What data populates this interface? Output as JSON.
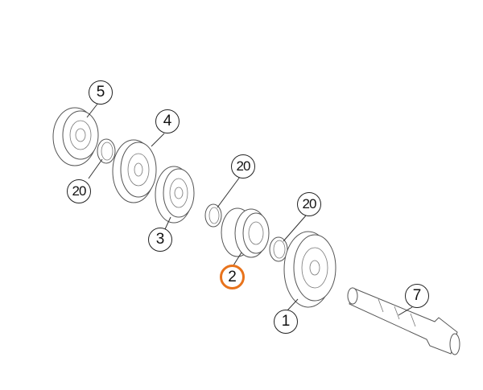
{
  "diagram": {
    "highlight_color": "#e8731c",
    "callouts": [
      {
        "id": "c1",
        "text": "1"
      },
      {
        "id": "c2",
        "text": "2",
        "highlighted": true
      },
      {
        "id": "c3",
        "text": "3"
      },
      {
        "id": "c4",
        "text": "4"
      },
      {
        "id": "c5",
        "text": "5"
      },
      {
        "id": "c7",
        "text": "7"
      },
      {
        "id": "c20a",
        "text": "20"
      },
      {
        "id": "c20b",
        "text": "20"
      },
      {
        "id": "c20c",
        "text": "20"
      }
    ]
  }
}
